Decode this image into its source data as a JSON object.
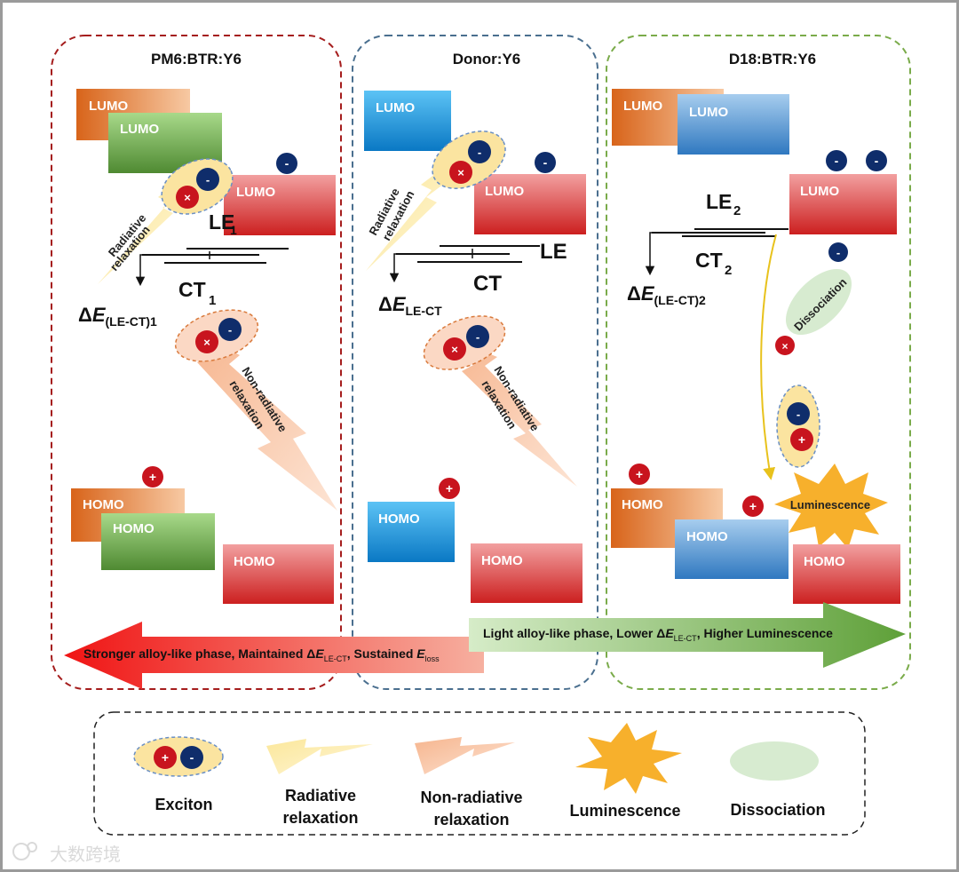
{
  "panels": {
    "left": {
      "title": "PM6:BTR:Y6"
    },
    "middle": {
      "title": "Donor:Y6"
    },
    "right": {
      "title": "D18:BTR:Y6"
    }
  },
  "levels": {
    "lumo": "LUMO",
    "homo": "HOMO"
  },
  "states": {
    "le": "LE",
    "le_main": "LE",
    "ct": "CT",
    "ct_main": "CT",
    "sub1": "1",
    "sub2": "2",
    "delta": "Δ",
    "e": "E",
    "de_sub_left": "(LE-CT)1",
    "de_sub_mid": "LE-CT",
    "de_sub_right": "(LE-CT)2"
  },
  "charges": {
    "plus": "+",
    "minus": "-",
    "x": "×"
  },
  "processes": {
    "radiative_1": "Radiative",
    "radiative_2": "relaxation",
    "nonrad_1": "Non-radiative",
    "nonrad_2": "relaxation",
    "dissociation": "Dissociation",
    "luminescence": "Luminescence"
  },
  "arrows": {
    "red": {
      "part1": "Stronger alloy-like phase, Maintained ",
      "delta": "Δ",
      "e": "E",
      "sub": "LE-CT",
      "part2": ", Sustained ",
      "e2": "E",
      "sub2": "loss"
    },
    "green": {
      "part1": "Light alloy-like phase, Lower ",
      "delta": "Δ",
      "e": "E",
      "sub": "LE-CT",
      "part2": ",  Higher Luminescence"
    }
  },
  "legend": {
    "exciton": "Exciton",
    "radiative_1": "Radiative",
    "radiative_2": "relaxation",
    "nonrad_1": "Non-radiative",
    "nonrad_2": "relaxation",
    "luminescence": "Luminescence",
    "dissociation": "Dissociation"
  },
  "watermark": "大数跨境",
  "colors": {
    "red_border": "#a51d1d",
    "blue_border": "#4a6f8f",
    "green_border": "#7aab4a",
    "orange_block": "#e0772a",
    "green_block": "#6fa64a",
    "red_block": "#d42a2a",
    "cyan_block": "#1a93d6",
    "steel_block": "#4a8fd0",
    "hole": "#c8141e",
    "electron": "#0f2d6b"
  }
}
